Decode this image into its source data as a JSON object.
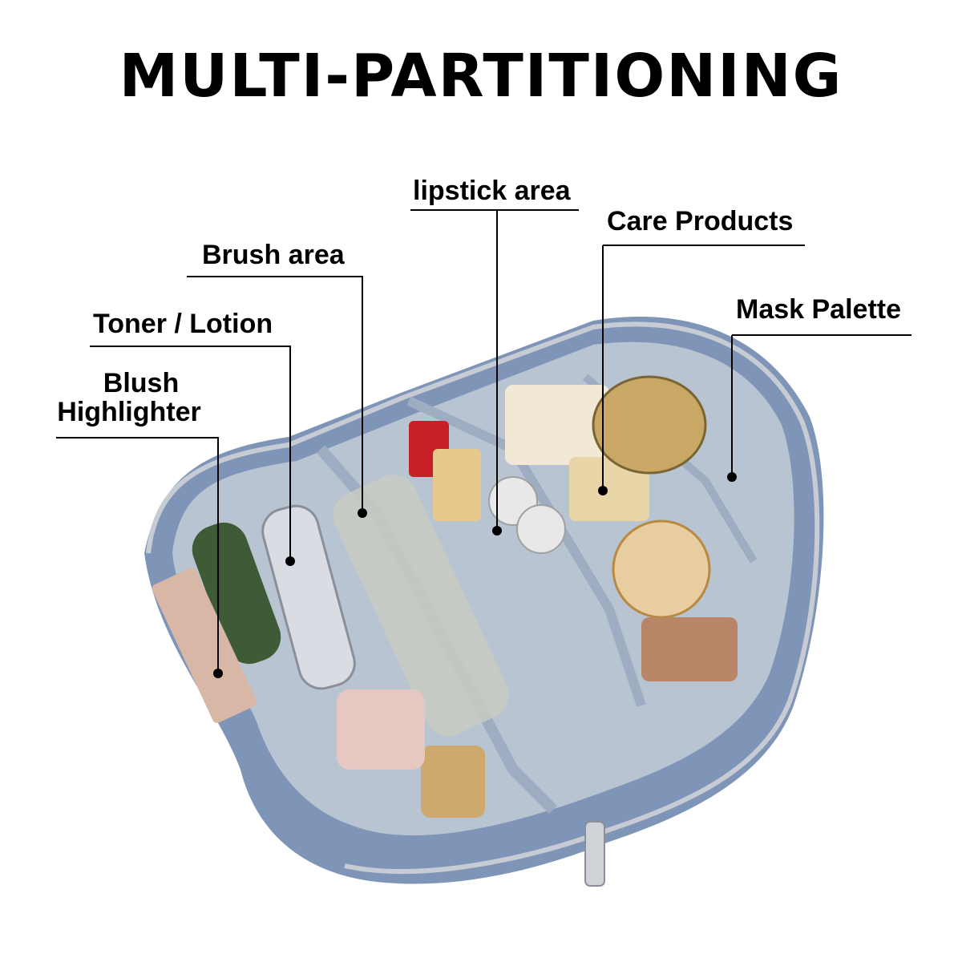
{
  "title": "MULTI-PARTITIONING",
  "labels": {
    "lipstick": "lipstick area",
    "care": "Care Products",
    "brush": "Brush area",
    "mask": "Mask Palette",
    "toner": "Toner / Lotion",
    "blush_line1": "Blush",
    "blush_line2": "Highlighter"
  },
  "colors": {
    "bag_outer": "#7f95b8",
    "bag_lining": "#b9c4d3",
    "zipper": "#c7ccd4",
    "ink": "#000000"
  },
  "icons": [
    "cosmetic-bag-illustration",
    "zipper-pull-icon"
  ]
}
